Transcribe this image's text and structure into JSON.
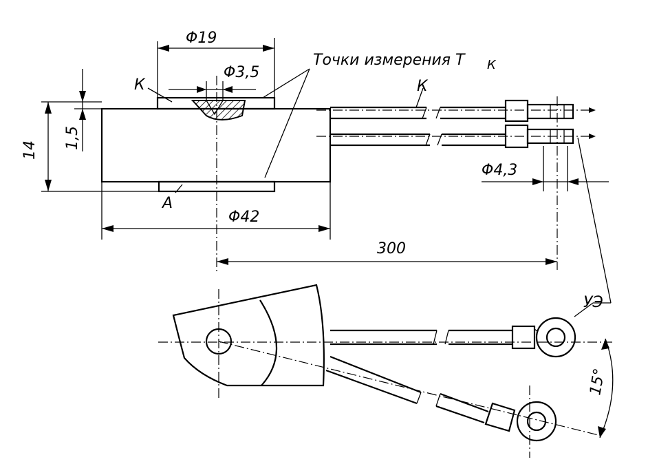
{
  "labels": {
    "dia19": "Φ19",
    "dia35": "Φ3,5",
    "dia42": "Φ42",
    "dia43": "Φ4,3",
    "measure_points": "Точки измерения T",
    "measure_points_sub": "К",
    "k_left": "К",
    "k_wire": "К",
    "a": "А",
    "height14": "14",
    "height15": "1,5",
    "len300": "300",
    "ue": "УЭ",
    "angle15": "15°"
  }
}
